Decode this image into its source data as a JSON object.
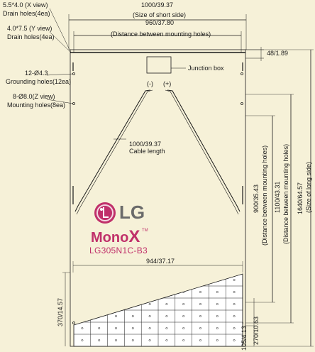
{
  "dims": {
    "short_side": "1000/39.37",
    "short_side_caption": "(Size of short side)",
    "mount_distance_h": "960/37.80",
    "mount_distance_h_caption": "(Distance between mounting holes)",
    "top_offset": "48/1.89",
    "cable_length": "1000/39.37",
    "cable_length_caption": "Cable length",
    "bottom_width": "944/37.17",
    "long_side": "1640/64.57",
    "long_side_caption": "(Size of long side)",
    "mount_v_outer": "1100/43.31",
    "mount_v_outer_caption": "(Distance between mounting holes)",
    "mount_v_inner": "900/35.43",
    "mount_v_inner_caption": "(Distance between mounting holes)",
    "left_bottom": "370/14.57",
    "r_small_1": "270/10.63",
    "r_small_2": "105/4.13"
  },
  "callouts": {
    "drain_x_size": "5.5*4.0 (X view)",
    "drain_x_caption": "Drain holes(4ea)",
    "drain_y_size": "4.0*7.5 (Y view)",
    "drain_y_caption": "Drain holes(4ea)",
    "ground_size": "12-Ø4.3",
    "ground_caption": "Grounding holes(12ea)",
    "mount_size": "8-Ø8.0(Z view)",
    "mount_caption": "Mounting holes(8ea)",
    "junction_box": "Junction box",
    "minus": "(-)",
    "plus": "(+)"
  },
  "brand": {
    "logo_text": "LG",
    "product": "Mono",
    "product_x": "X",
    "tm": "TM",
    "model": "LG305N1C-B3"
  },
  "colors": {
    "background": "#f6f1d8",
    "line": "#1a1a1a",
    "accent": "#c0306a",
    "logo_grey": "#6a6a6a"
  }
}
